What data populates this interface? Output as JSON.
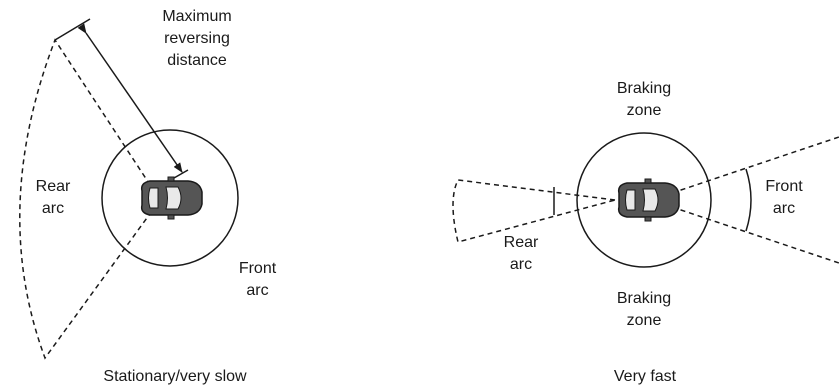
{
  "left_panel": {
    "title": "Stationary/very slow",
    "max_reverse_label": [
      "Maximum",
      "reversing",
      "distance"
    ],
    "rear_arc_label": [
      "Rear",
      "arc"
    ],
    "front_arc_label": [
      "Front",
      "arc"
    ]
  },
  "right_panel": {
    "title": "Very fast",
    "braking_zone_top": [
      "Braking",
      "zone"
    ],
    "braking_zone_bottom": [
      "Braking",
      "zone"
    ],
    "rear_arc_label": [
      "Rear",
      "arc"
    ],
    "front_arc_label": [
      "Front",
      "arc"
    ]
  },
  "colors": {
    "line": "#1a1a1a",
    "car_body": "#555555",
    "car_glass": "#e9e9e9"
  }
}
